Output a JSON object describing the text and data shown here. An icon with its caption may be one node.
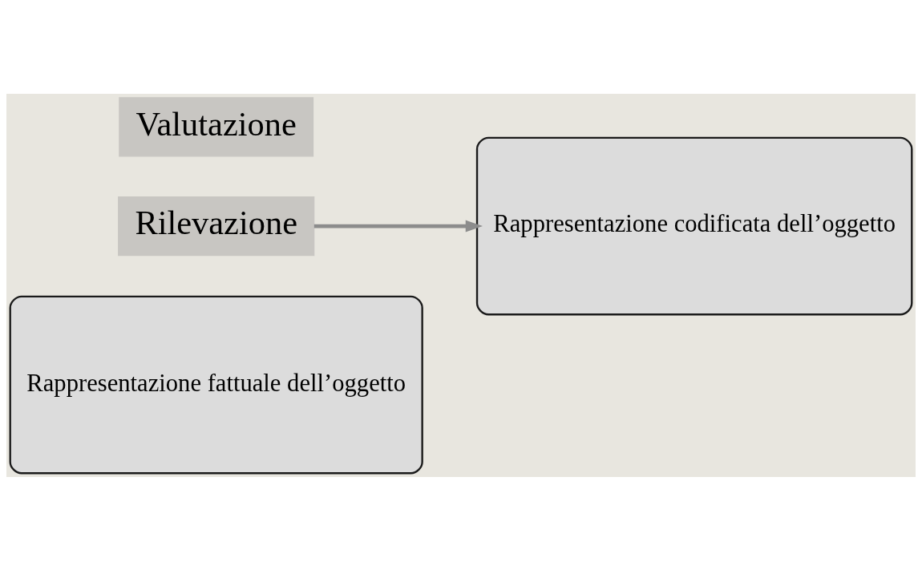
{
  "diagram": {
    "nodes": [
      {
        "text": [
          "Rappresentazione fattuale dell’oggetto"
        ]
      },
      {
        "text": [
          "Rilevazione"
        ]
      },
      {
        "text": [
          "Rappresentazione codificata dell’oggetto"
        ]
      },
      {
        "text": [
          "Valutazione"
        ]
      }
    ],
    "edges": [
      {
        "from": 1,
        "to": 2,
        "arrow": "to"
      }
    ]
  }
}
